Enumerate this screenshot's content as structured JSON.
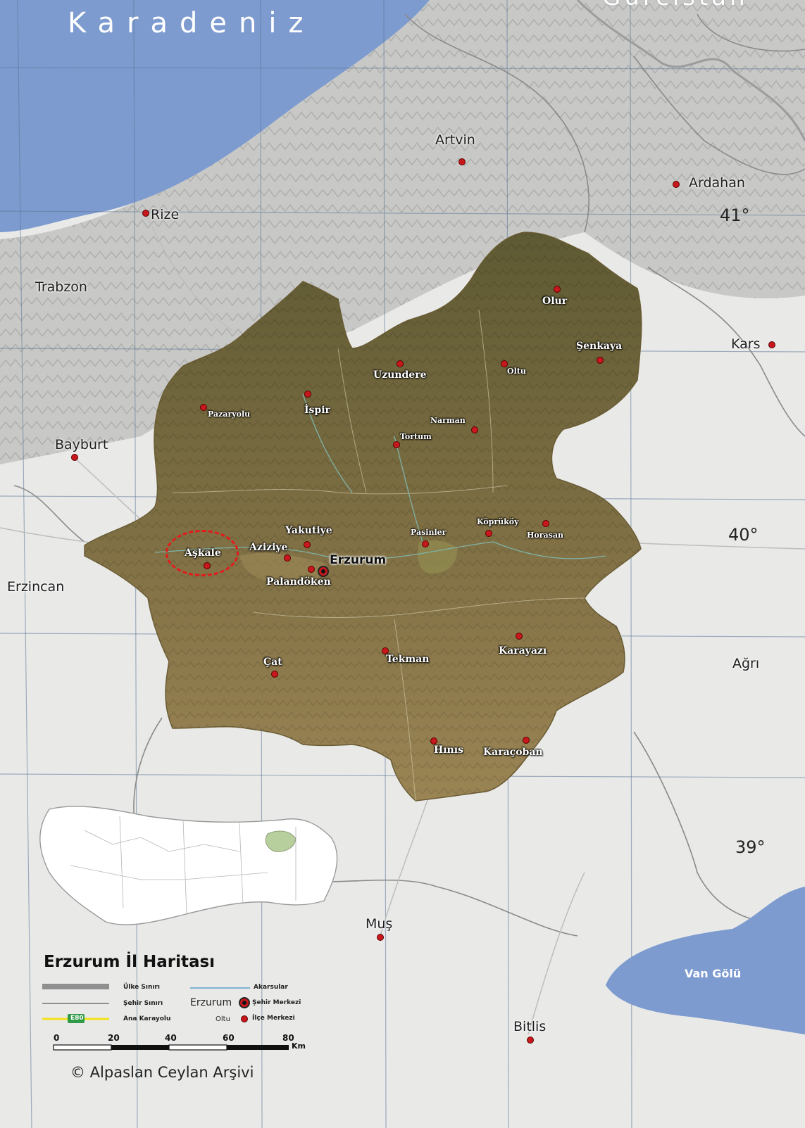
{
  "sea": {
    "name": "Karadeniz"
  },
  "cut_label": "Gürcistan",
  "province_center": {
    "name": "Erzurum"
  },
  "districts": [
    {
      "key": "askale",
      "name": "Aşkale"
    },
    {
      "key": "aziziye",
      "name": "Aziziye"
    },
    {
      "key": "yakutiye",
      "name": "Yakutiye"
    },
    {
      "key": "palandoken",
      "name": "Palandöken"
    },
    {
      "key": "ispir",
      "name": "İspir"
    },
    {
      "key": "pazaryolu",
      "name": "Pazaryolu"
    },
    {
      "key": "uzundere",
      "name": "Uzundere"
    },
    {
      "key": "oltu",
      "name": "Oltu"
    },
    {
      "key": "olur",
      "name": "Olur"
    },
    {
      "key": "senkaya",
      "name": "Şenkaya"
    },
    {
      "key": "narman",
      "name": "Narman"
    },
    {
      "key": "tortum",
      "name": "Tortum"
    },
    {
      "key": "pasinler",
      "name": "Pasinler"
    },
    {
      "key": "koprukoy",
      "name": "Köprüköy"
    },
    {
      "key": "horasan",
      "name": "Horasan"
    },
    {
      "key": "tekman",
      "name": "Tekman"
    },
    {
      "key": "karayazi",
      "name": "Karayazı"
    },
    {
      "key": "cat",
      "name": "Çat"
    },
    {
      "key": "hinis",
      "name": "Hınıs"
    },
    {
      "key": "karacoban",
      "name": "Karaçoban"
    }
  ],
  "neighbors": [
    {
      "key": "artvin",
      "name": "Artvin"
    },
    {
      "key": "ardahan",
      "name": "Ardahan"
    },
    {
      "key": "rize",
      "name": "Rize"
    },
    {
      "key": "trabzon",
      "name": "Trabzon"
    },
    {
      "key": "kars",
      "name": "Kars"
    },
    {
      "key": "bayburt",
      "name": "Bayburt"
    },
    {
      "key": "erzincan",
      "name": "Erzincan"
    },
    {
      "key": "agri",
      "name": "Ağrı"
    },
    {
      "key": "mus",
      "name": "Muş"
    },
    {
      "key": "bitlis",
      "name": "Bitlis"
    }
  ],
  "lake": {
    "name": "Van Gölü"
  },
  "latitudes": [
    "41°",
    "40°",
    "39°"
  ],
  "highlighted_district": "Aşkale",
  "legend": {
    "title": "Erzurum İl Haritası",
    "items": {
      "country_border": "Ülke Sınırı",
      "city_border": "Şehir Sınırı",
      "highway": "Ana Karayolu",
      "highway_badge": "E80",
      "rivers": "Akarsular",
      "city_center_example": "Erzurum",
      "city_center": "Şehir Merkezi",
      "district_example": "Oltu",
      "district_center": "İlçe Merkezi"
    },
    "scale": {
      "ticks": [
        "0",
        "20",
        "40",
        "60",
        "80"
      ],
      "unit": "Km"
    }
  },
  "copyright": "© Alpaslan Ceylan Arşivi",
  "colors": {
    "sea": "#7d9bcf",
    "province_fill": "#8c7a4a",
    "background": "#e9eae8",
    "marker": "#c8181d",
    "highlight": "#e21b1b",
    "highlighted_province_on_inset": "#b7cf9c"
  }
}
